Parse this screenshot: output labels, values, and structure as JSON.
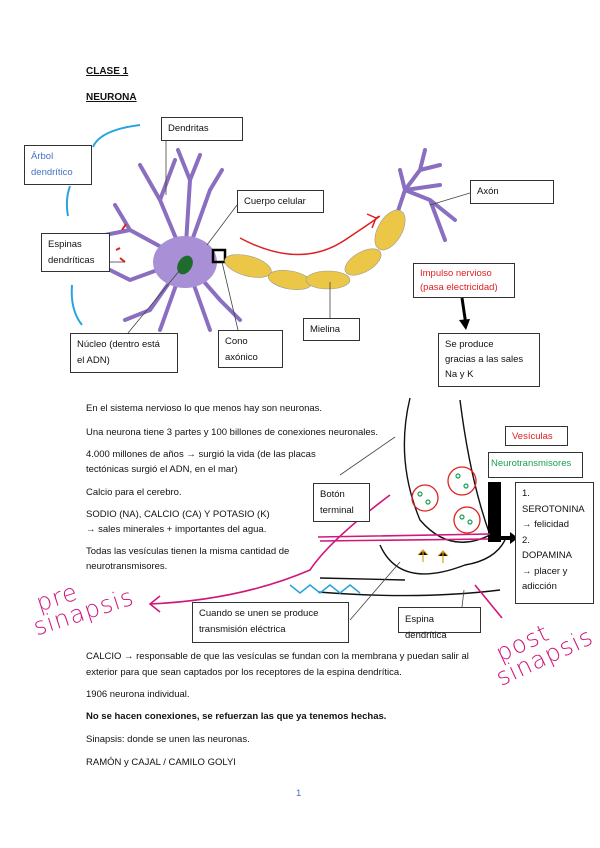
{
  "headings": {
    "clase": "CLASE 1",
    "tema": "NEURONA"
  },
  "neuron_labels": {
    "dendritas": "Dendritas",
    "arbol": [
      "Árbol",
      "dendrítico"
    ],
    "cuerpo": "Cuerpo celular",
    "axon": "Axón",
    "espinas": [
      "Espinas",
      "dendríticas"
    ],
    "nucleo": [
      "Núcleo (dentro está",
      "el ADN)"
    ],
    "cono": [
      "Cono",
      "axónico"
    ],
    "mielina": "Mielina",
    "impulso": [
      "Impulso nervioso",
      "(pasa electricidad)"
    ],
    "produce": [
      "Se produce",
      "gracias a las sales",
      "Na y K"
    ]
  },
  "notes": [
    "En el sistema nervioso lo que menos hay son neuronas.",
    "Una neurona tiene 3 partes y 100 billones de conexiones neuronales.",
    "4.000 millones de años → surgió la vida (de las placas",
    "tectónicas surgió el ADN, en el mar)",
    "Calcio para el cerebro.",
    "SODIO (NA), CALCIO (CA) Y POTASIO (K)",
    "→ sales minerales + importantes del agua.",
    "Todas las vesículas tienen la misma cantidad de",
    "neurotransmisores."
  ],
  "synapse_labels": {
    "vesiculas": "Vesículas",
    "neurotransmisores": "Neurotransmisores",
    "boton": [
      "Botón",
      "terminal"
    ],
    "list": [
      "1.",
      "SEROTONINA",
      "→ felicidad",
      "2.",
      "DOPAMINA",
      "→ placer y",
      "adicción"
    ],
    "cuando": [
      "Cuando se unen se produce",
      "transmisión eléctrica"
    ],
    "espina": "Espina dendrítica",
    "pre": [
      "pre",
      "sinapsis"
    ],
    "post": [
      "post",
      "sinapsis"
    ]
  },
  "bottom_notes": {
    "calcio": [
      "CALCIO → responsable de que las vesículas se fundan con la membrana y puedan salir al",
      "exterior para que sean captados por los receptores de la espina dendrítica."
    ],
    "n1906": "1906 neurona individual.",
    "bold": "No se hacen conexiones, se refuerzan las que ya tenemos hechas.",
    "sinapsis": "Sinapsis: donde se unen las neuronas.",
    "autores": "RAMÓN y CAJAL / CAMILO GOLYI"
  },
  "page_number": "1",
  "colors": {
    "neuron": "#a98fd6",
    "myelin": "#ecc646",
    "nucleus": "#1f6b2e",
    "impulse": "#e02020",
    "annotation": "#d0177a",
    "blue": "#29a3e0",
    "green": "#1aa050",
    "link_blue": "#4472c4"
  }
}
